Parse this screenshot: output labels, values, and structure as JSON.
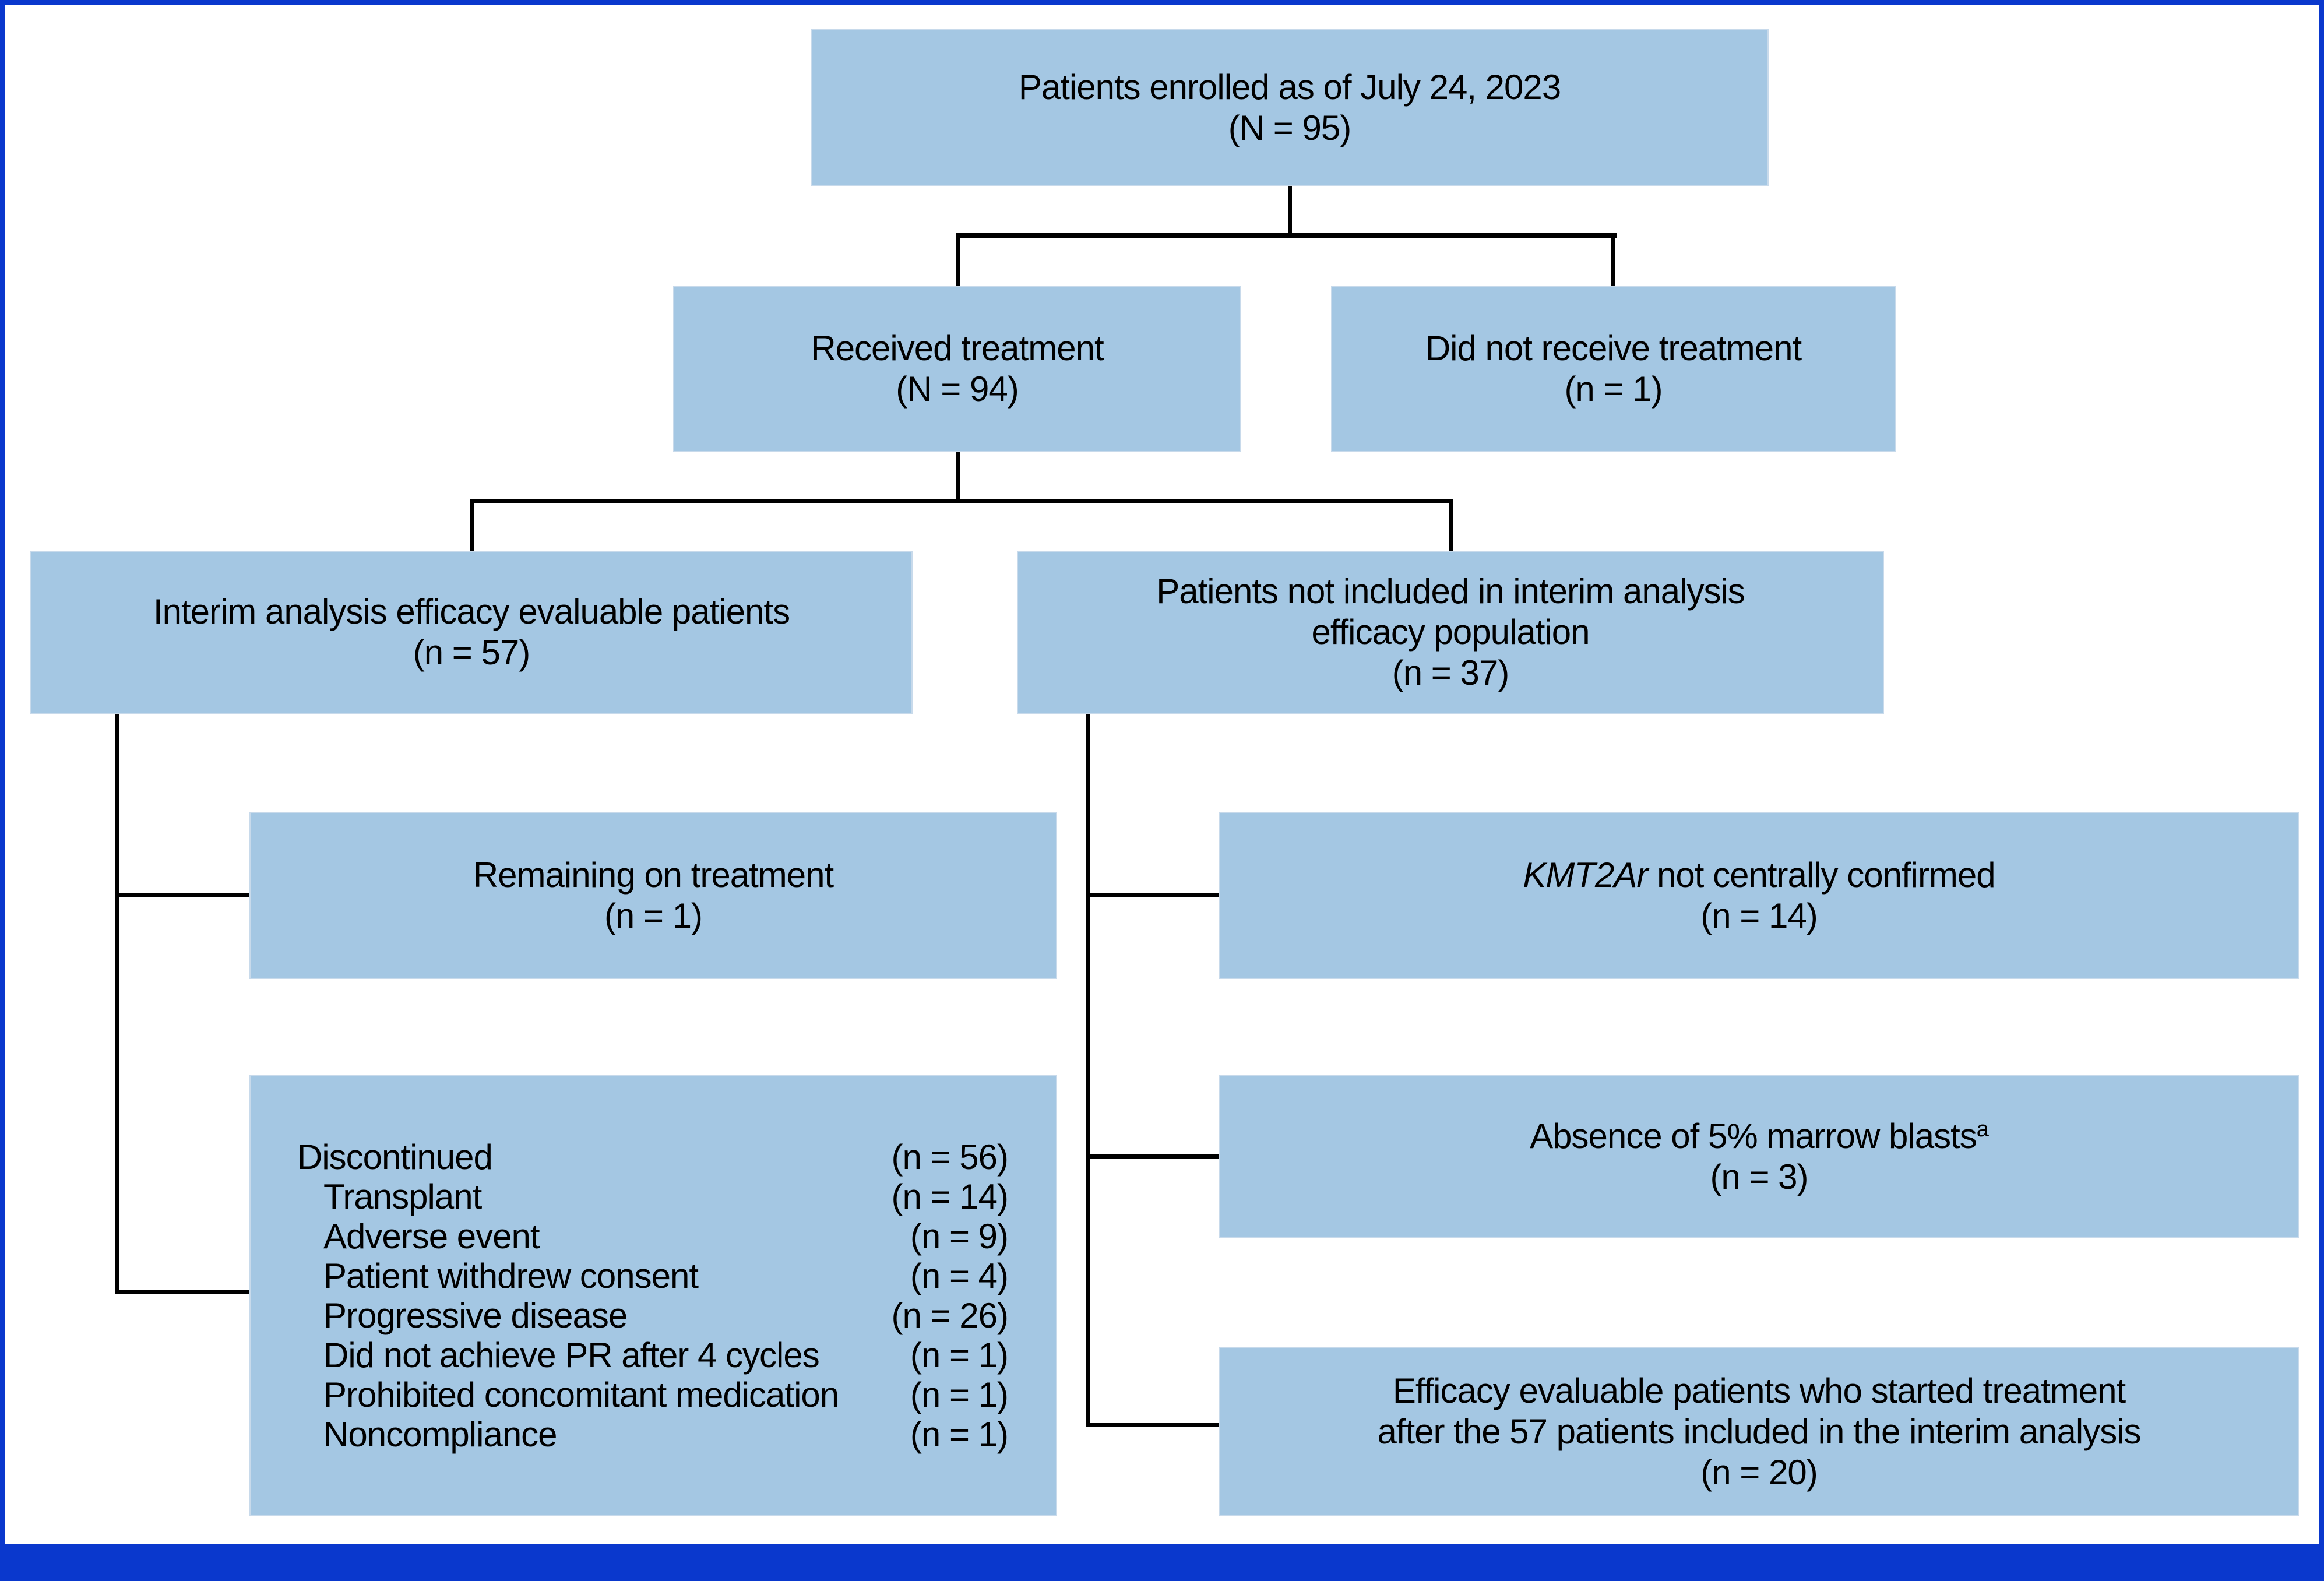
{
  "colors": {
    "box_fill": "#a4c7e3",
    "box_border": "#c8daeb",
    "accent_blue": "#0a38cd",
    "connector_black": "#000000",
    "background": "#ffffff"
  },
  "flowchart": {
    "enrolled": {
      "label": "Patients enrolled as of July 24, 2023",
      "n": "(N = 95)"
    },
    "received": {
      "label": "Received treatment",
      "n": "(N = 94)"
    },
    "not_received": {
      "label": "Did not receive treatment",
      "n": "(n = 1)"
    },
    "interim": {
      "label": "Interim analysis efficacy evaluable patients",
      "n": "(n = 57)"
    },
    "not_included": {
      "label_line1": "Patients not included in interim analysis",
      "label_line2": "efficacy population",
      "n": "(n = 37)"
    },
    "remaining": {
      "label": "Remaining on treatment",
      "n": "(n = 1)"
    },
    "kmt2ar": {
      "label_italic": "KMT2Ar",
      "label_rest": " not centrally confirmed",
      "n": "(n = 14)"
    },
    "absence": {
      "label": "Absence of 5% marrow blasts",
      "superscript": "a",
      "n": "(n = 3)"
    },
    "efficacy_late": {
      "label_line1": "Efficacy evaluable patients who started treatment",
      "label_line2": "after the 57 patients included in the interim analysis",
      "n": "(n = 20)"
    },
    "discontinued": {
      "title": {
        "label": "Discontinued",
        "n": "(n = 56)"
      },
      "items": [
        {
          "label": "Transplant",
          "n": "(n = 14)"
        },
        {
          "label": "Adverse event",
          "n": "(n = 9)"
        },
        {
          "label": "Patient withdrew consent",
          "n": "(n = 4)"
        },
        {
          "label": "Progressive disease",
          "n": "(n = 26)"
        },
        {
          "label": "Did not achieve PR after 4 cycles",
          "n": "(n = 1)"
        },
        {
          "label": "Prohibited concomitant medication",
          "n": "(n = 1)"
        },
        {
          "label": "Noncompliance",
          "n": "(n = 1)"
        }
      ]
    }
  }
}
